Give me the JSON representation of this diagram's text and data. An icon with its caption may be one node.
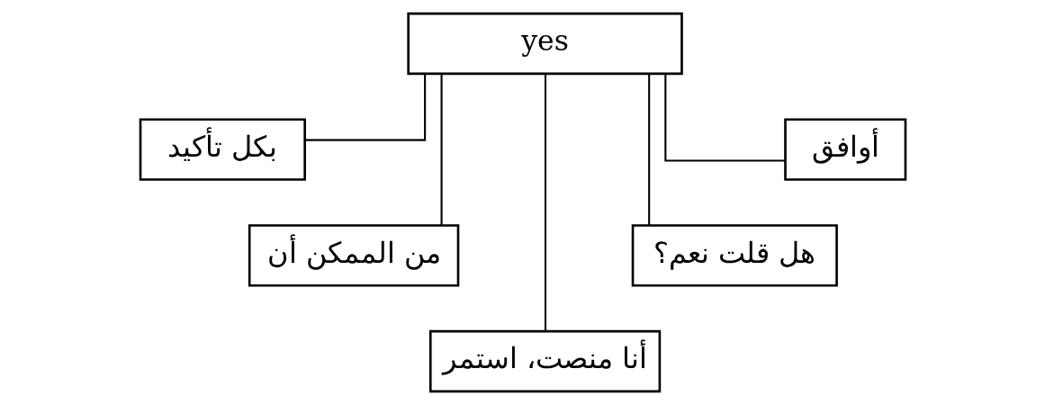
{
  "diagram": {
    "nodes": [
      {
        "text": [
          "yes"
        ]
      },
      {
        "text": [
          "بكل تأكيد"
        ]
      },
      {
        "text": [
          "من الممكن أن"
        ]
      },
      {
        "text": [
          "أنا منصت، استمر"
        ]
      },
      {
        "text": [
          "هل قلت نعم؟"
        ]
      },
      {
        "text": [
          "أوافق"
        ]
      }
    ],
    "edges": [
      {
        "from": 0,
        "to": 1,
        "arrow": "none"
      },
      {
        "from": 0,
        "to": 2,
        "arrow": "none"
      },
      {
        "from": 0,
        "to": 3,
        "arrow": "none"
      },
      {
        "from": 0,
        "to": 4,
        "arrow": "none"
      },
      {
        "from": 0,
        "to": 5,
        "arrow": "none"
      }
    ]
  }
}
